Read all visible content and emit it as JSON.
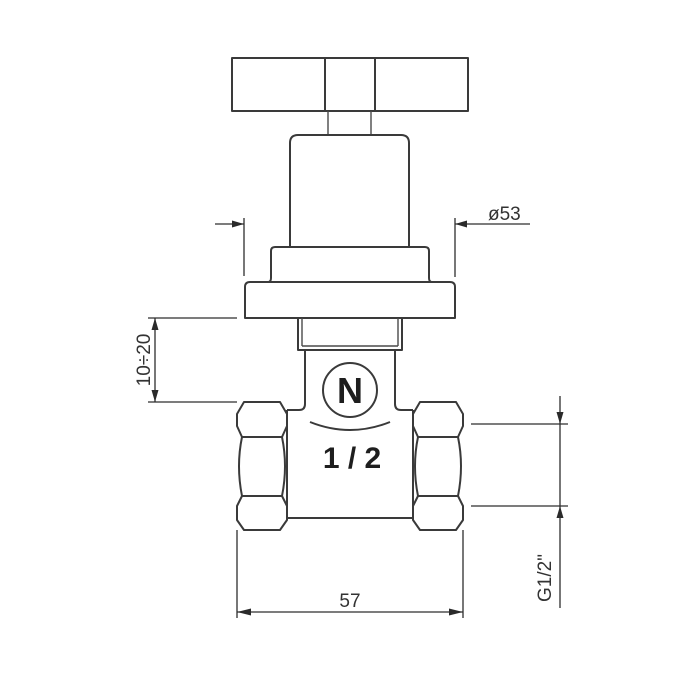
{
  "drawing": {
    "subject": "valve technical drawing",
    "line_color": "#3a3a3a",
    "background": "#ffffff"
  },
  "markings": {
    "brand_letter": "N",
    "size_label": "1 / 2"
  },
  "dimensions": {
    "diameter": "ø53",
    "wall_adjust": "10÷20",
    "body_length": "57",
    "thread": "G1/2\""
  }
}
